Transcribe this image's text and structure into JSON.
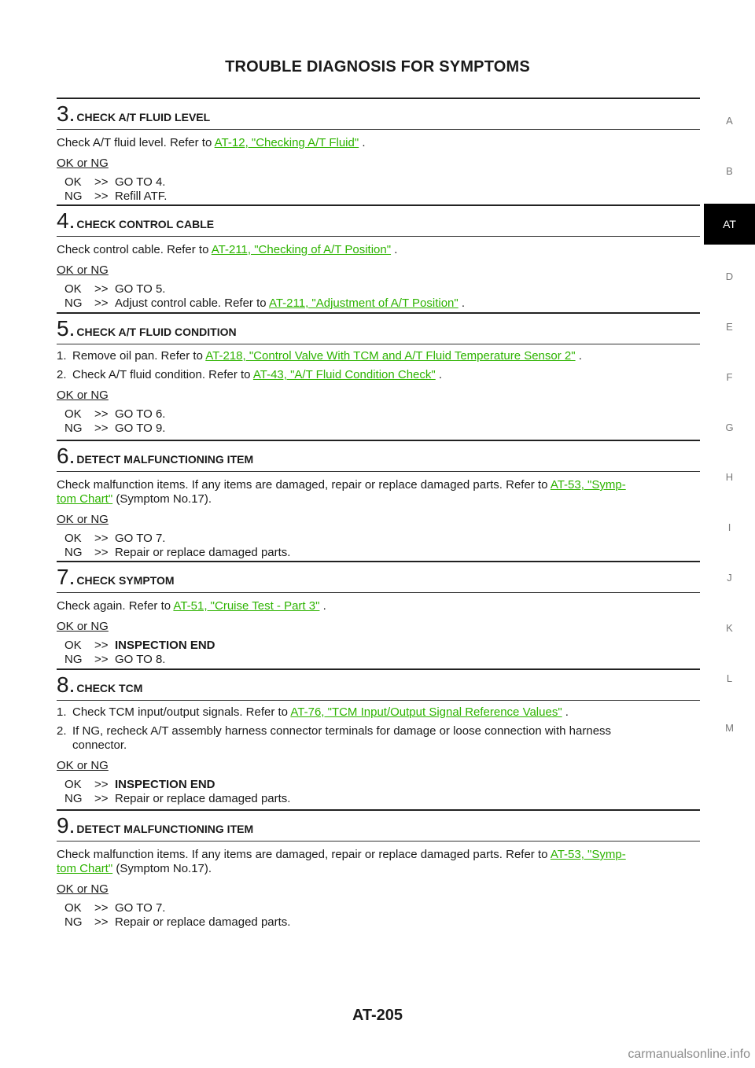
{
  "header": {
    "title": "TROUBLE DIAGNOSIS FOR SYMPTOMS"
  },
  "footer": {
    "page_number": "AT-205",
    "watermark": "carmanualsonline.info"
  },
  "side_tabs": [
    "A",
    "B",
    "AT",
    "D",
    "E",
    "F",
    "G",
    "H",
    "I",
    "J",
    "K",
    "L",
    "M"
  ],
  "active_tab": "AT",
  "ok_ng_label": "OK or NG",
  "ok": "OK",
  "ng": "NG",
  "arrow": ">>",
  "steps": [
    {
      "number": "3.",
      "title": "CHECK A/T FLUID LEVEL",
      "text": "Check A/T fluid level. Refer to ",
      "link": "AT-12, \"Checking A/T Fluid\"",
      "after": " .",
      "ok_result": "GO TO 4.",
      "ng_result": "Refill ATF."
    },
    {
      "number": "4.",
      "title": "CHECK CONTROL CABLE",
      "text": "Check control cable. Refer to ",
      "link": "AT-211, \"Checking of A/T Position\"",
      "after": " .",
      "ok_result": "GO TO 5.",
      "ng_result": "Adjust control cable. Refer to ",
      "ng_link": "AT-211, \"Adjustment of A/T Position\"",
      "ng_after": " ."
    },
    {
      "number": "5.",
      "title": "CHECK A/T FLUID CONDITION",
      "items": [
        {
          "n": "1.",
          "text": "Remove oil pan. Refer to ",
          "link": "AT-218, \"Control Valve With TCM and A/T Fluid Temperature Sensor 2\"",
          "after": " ."
        },
        {
          "n": "2.",
          "text": "Check A/T fluid condition. Refer to ",
          "link": "AT-43, \"A/T Fluid Condition Check\"",
          "after": " ."
        }
      ],
      "ok_result": "GO TO 6.",
      "ng_result": "GO TO 9."
    },
    {
      "number": "6.",
      "title": "DETECT MALFUNCTIONING ITEM",
      "text": "Check malfunction items. If any items are damaged, repair or replace damaged parts. Refer to ",
      "link_a": "AT-53, \"Symp-",
      "link_b": "tom Chart\"",
      "after": "  (Symptom No.17).",
      "ok_result": "GO TO 7.",
      "ng_result": "Repair or replace damaged parts."
    },
    {
      "number": "7.",
      "title": "CHECK SYMPTOM",
      "text": "Check again. Refer to ",
      "link": "AT-51, \"Cruise Test - Part 3\"",
      "after": " .",
      "ok_result": "INSPECTION END",
      "ng_result": "GO TO 8."
    },
    {
      "number": "8.",
      "title": "CHECK TCM",
      "items": [
        {
          "n": "1.",
          "text": "Check TCM input/output signals. Refer to ",
          "link": "AT-76, \"TCM Input/Output Signal Reference Values\"",
          "after": " ."
        },
        {
          "n": "2.",
          "text": "If NG, recheck A/T assembly harness connector terminals for damage or loose connection with harness",
          "cont": "connector."
        }
      ],
      "ok_result": "INSPECTION END",
      "ng_result": "Repair or replace damaged parts."
    },
    {
      "number": "9.",
      "title": "DETECT MALFUNCTIONING ITEM",
      "text": "Check malfunction items. If any items are damaged, repair or replace damaged parts. Refer to ",
      "link_a": "AT-53, \"Symp-",
      "link_b": "tom Chart\"",
      "after": "  (Symptom No.17).",
      "ok_result": "GO TO 7.",
      "ng_result": "Repair or replace damaged parts."
    }
  ]
}
